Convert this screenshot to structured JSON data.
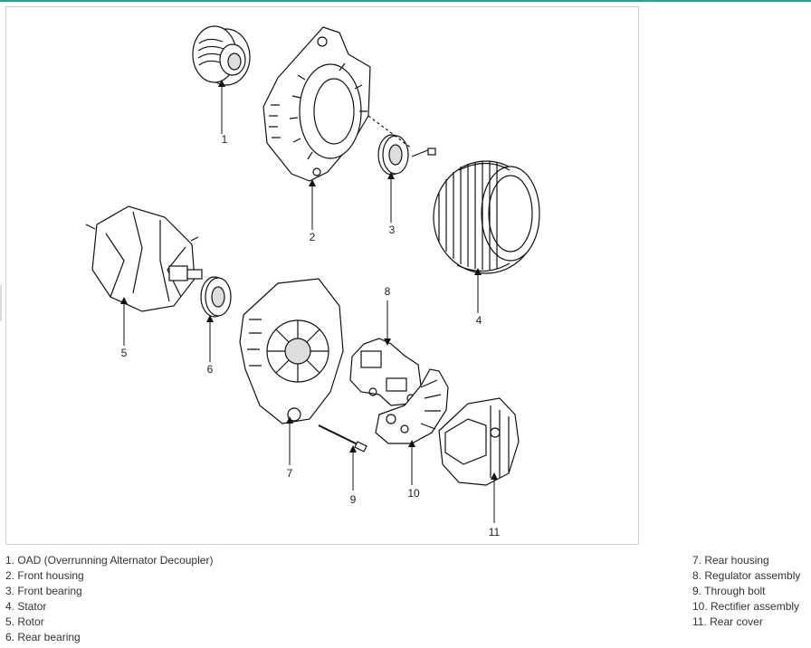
{
  "callouts": [
    "1",
    "2",
    "3",
    "4",
    "5",
    "6",
    "7",
    "8",
    "9",
    "10",
    "11"
  ],
  "legend": {
    "left": [
      "1. OAD (Overrunning Alternator Decoupler)",
      "2. Front housing",
      "3. Front bearing",
      "4. Stator",
      "5. Rotor",
      "6. Rear bearing"
    ],
    "right": [
      "7. Rear housing",
      "8. Regulator assembly",
      "9. Through bolt",
      "10. Rectifier assembly",
      "11. Rear cover"
    ]
  },
  "colors": {
    "accent_line": "#3a9a8f",
    "frame": "#cfcfcf",
    "ink": "#111111"
  }
}
